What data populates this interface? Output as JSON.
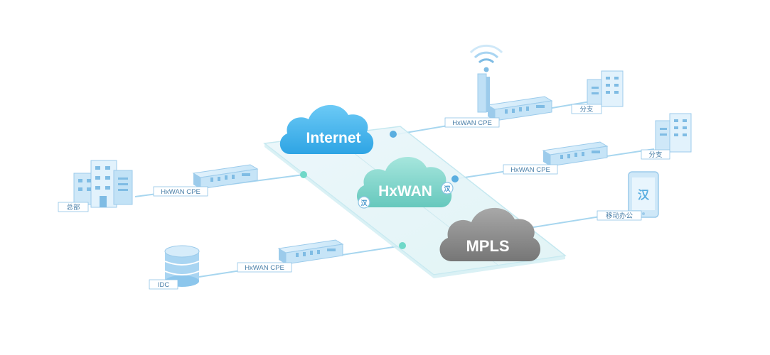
{
  "clouds": {
    "internet": "Internet",
    "hxwan": "HxWAN",
    "mpls": "MPLS"
  },
  "labels": {
    "cpe": "HxWAN CPE",
    "hq": "总部",
    "idc": "IDC",
    "branch": "分支",
    "mobile": "移动办公"
  },
  "colors": {
    "line": "#9fd0ec",
    "node_dot": "#7fdcd0",
    "node_dot_blue": "#5aaee0",
    "internet_cloud": "#4ab8ee",
    "hxwan_cloud": "#7fd6cc",
    "mpls_cloud": "#8c8c8c",
    "device": "#b8dcf4",
    "device_dark": "#7fbce4",
    "label_border": "#8fc4e6"
  },
  "icons": [
    "building-icon",
    "router-icon",
    "database-icon",
    "wifi-tower-icon",
    "phone-icon",
    "hxwan-logo-icon"
  ]
}
